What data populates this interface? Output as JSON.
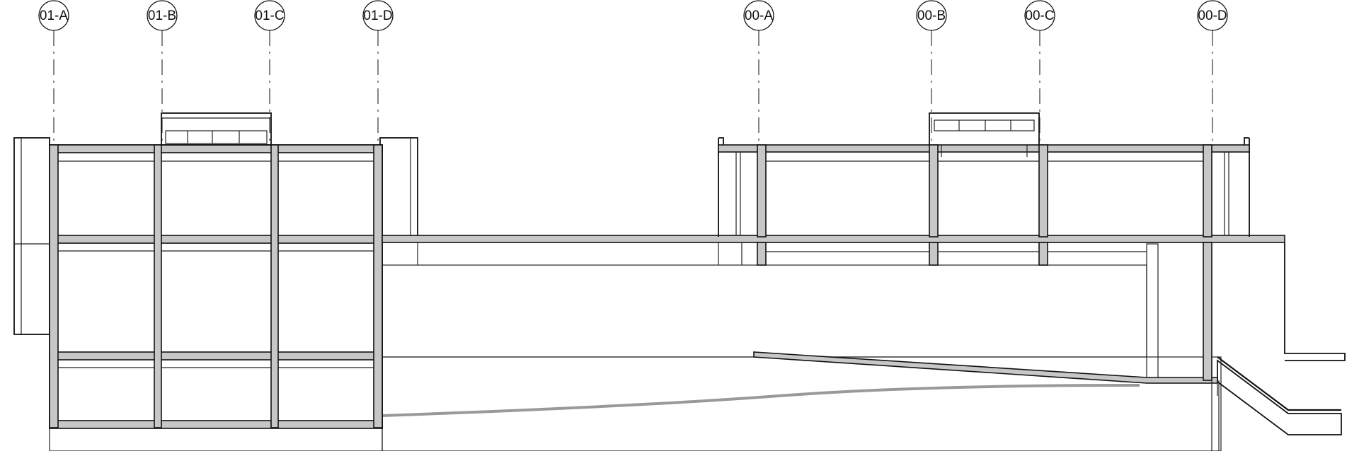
{
  "drawing": {
    "grid_lines": [
      {
        "id": "01-A",
        "label": "01-A"
      },
      {
        "id": "01-B",
        "label": "01-B"
      },
      {
        "id": "01-C",
        "label": "01-C"
      },
      {
        "id": "01-D",
        "label": "01-D"
      },
      {
        "id": "00-A",
        "label": "00-A"
      },
      {
        "id": "00-B",
        "label": "00-B"
      },
      {
        "id": "00-C",
        "label": "00-C"
      },
      {
        "id": "00-D",
        "label": "00-D"
      }
    ],
    "colors": {
      "line": "#111111",
      "slab_fill": "#c7c7c7",
      "background": "#ffffff"
    }
  }
}
